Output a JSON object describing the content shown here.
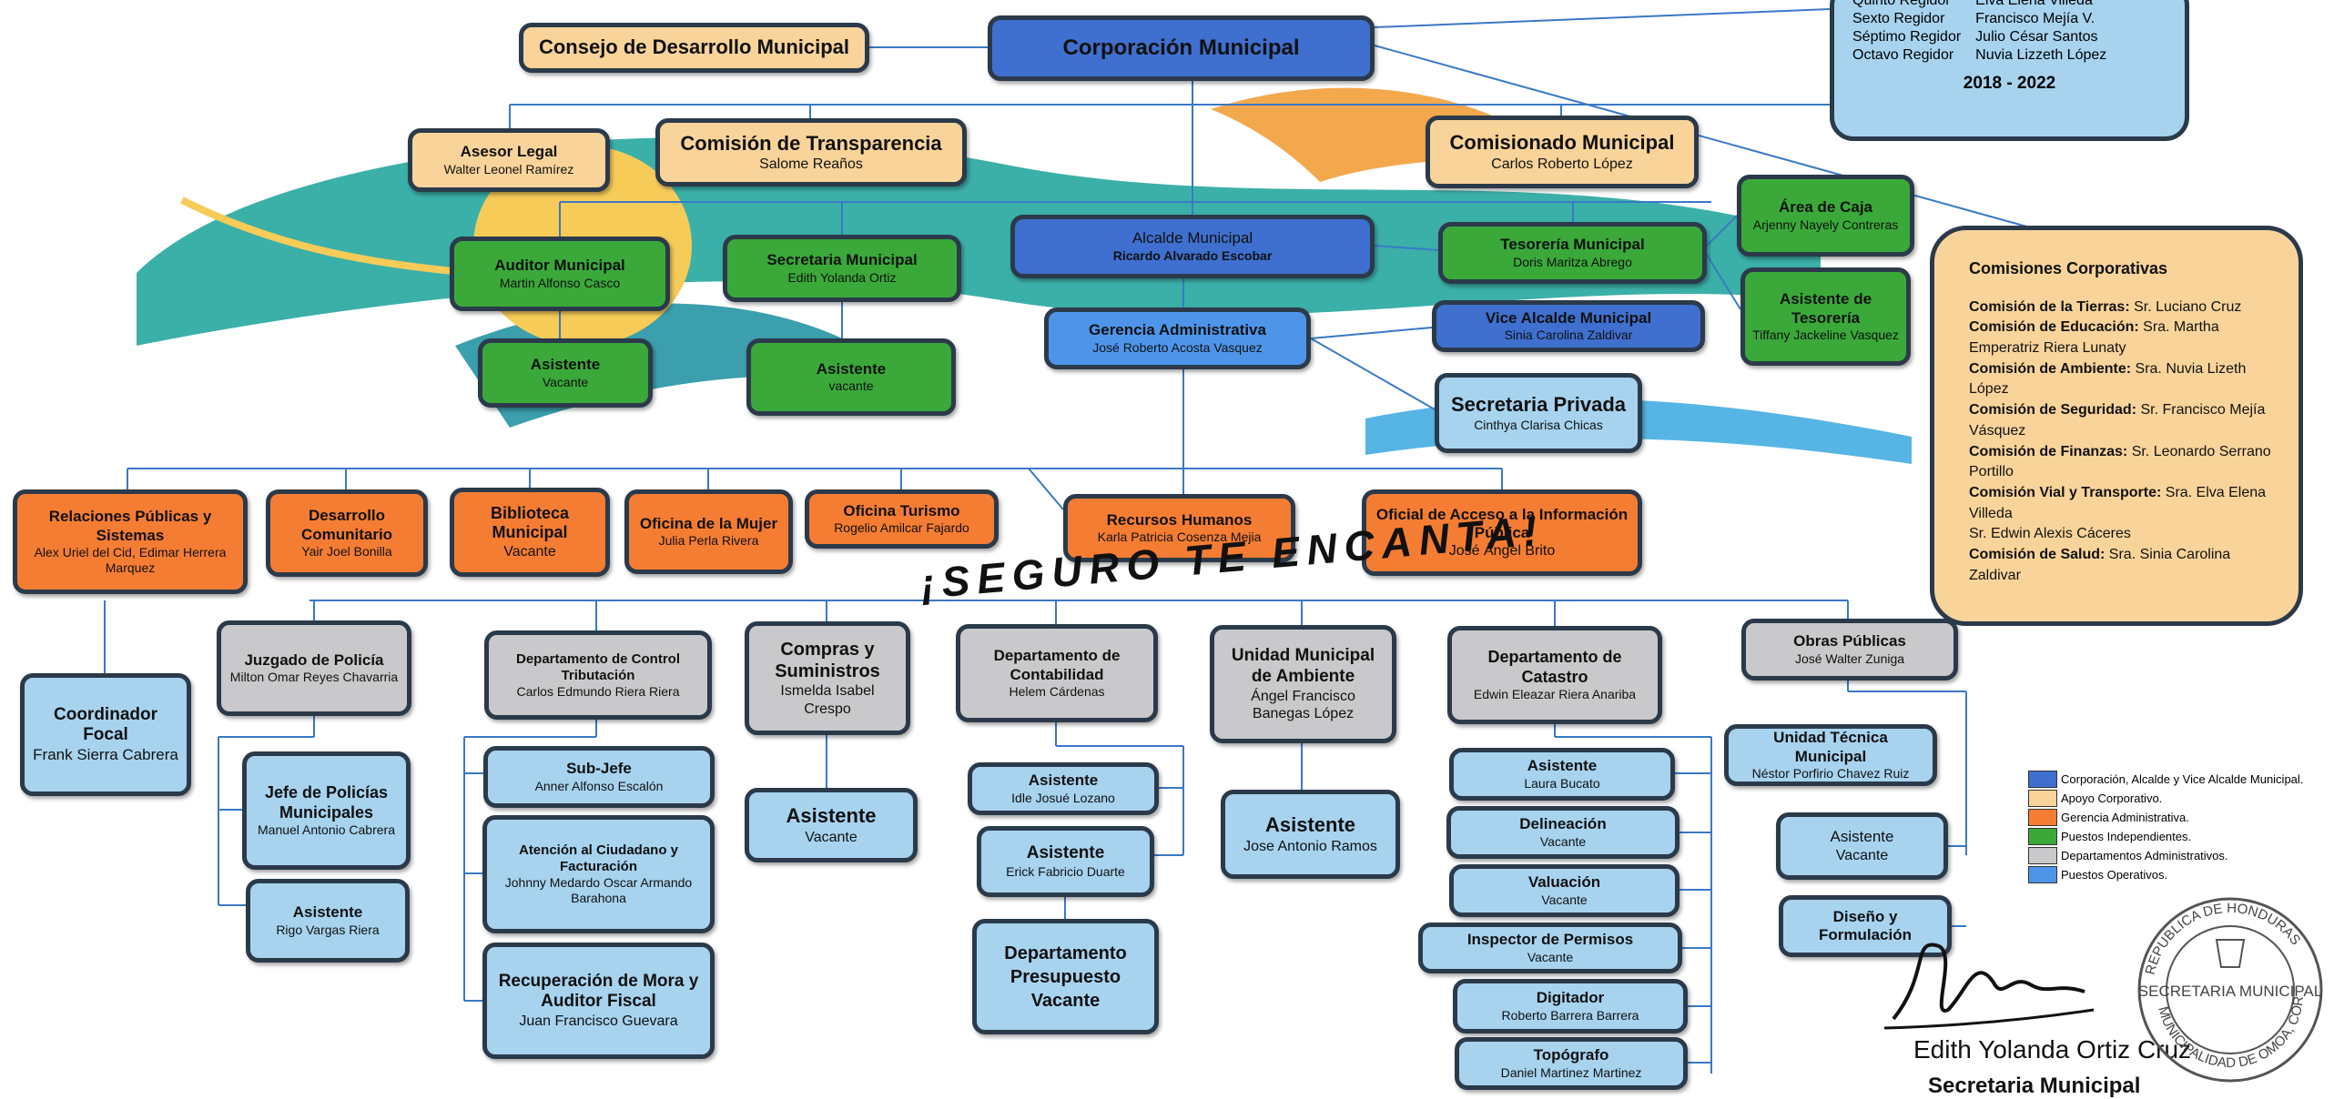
{
  "chart": {
    "corporacion": {
      "title": "Corporación Municipal"
    },
    "consejo": {
      "title": "Consejo de Desarrollo Municipal"
    },
    "asesor": {
      "title": "Asesor Legal",
      "name": "Walter Leonel Ramírez"
    },
    "transparencia": {
      "title": "Comisión de Transparencia",
      "name": "Salome Reaños"
    },
    "comisionado": {
      "title": "Comisionado Municipal",
      "name": "Carlos Roberto López"
    },
    "caja": {
      "title": "Área de Caja",
      "name": "Arjenny Nayely Contreras"
    },
    "asist_tesoreria": {
      "title": "Asistente de Tesorería",
      "name": "Tiffany Jackeline Vasquez"
    },
    "auditor": {
      "title": "Auditor Municipal",
      "name": "Martin Alfonso Casco"
    },
    "secretaria": {
      "title": "Secretaria Municipal",
      "name": "Edith Yolanda Ortiz"
    },
    "alcalde": {
      "title": "Alcalde Municipal",
      "name": "Ricardo Alvarado Escobar"
    },
    "tesoreria": {
      "title": "Tesorería Municipal",
      "name": "Doris Maritza Abrego"
    },
    "asist_auditor": {
      "title": "Asistente",
      "name": "Vacante"
    },
    "asist_secretaria": {
      "title": "Asistente",
      "name": "vacante"
    },
    "gerencia": {
      "title": "Gerencia Administrativa",
      "name": "José Roberto Acosta Vasquez"
    },
    "vicealcalde": {
      "title": "Vice Alcalde Municipal",
      "name": "Sinia Carolina Zaldivar"
    },
    "privada": {
      "title": "Secretaria Privada",
      "name": "Cinthya Clarisa Chicas"
    },
    "relaciones": {
      "title": "Relaciones Públicas y Sistemas",
      "name": "Alex Uriel del Cid, Edimar Herrera Marquez"
    },
    "desarrollo": {
      "title": "Desarrollo Comunitario",
      "name": "Yair Joel Bonilla"
    },
    "biblioteca": {
      "title": "Biblioteca Municipal",
      "name": "Vacante"
    },
    "mujer": {
      "title": "Oficina de la Mujer",
      "name": "Julia Perla Rivera"
    },
    "turismo": {
      "title": "Oficina Turismo",
      "name": "Rogelio Amilcar Fajardo"
    },
    "rrhh": {
      "title": "Recursos Humanos",
      "name": "Karla Patricia Cosenza Mejia"
    },
    "acceso": {
      "title": "Oficial de Acceso a la Información Pública",
      "name": "José Ángel Brito"
    },
    "slogan": "¡SEGURO TE ENCANTA!",
    "coordinador": {
      "title": "Coordinador Focal",
      "name": "Frank Sierra Cabrera"
    },
    "juzgado": {
      "title": "Juzgado de Policía",
      "name": "Milton Omar Reyes Chavarria"
    },
    "control": {
      "title": "Departamento de Control Tributación",
      "name": "Carlos Edmundo Riera Riera"
    },
    "compras": {
      "title": "Compras y Suministros",
      "name": "Ismelda Isabel Crespo"
    },
    "contabilidad": {
      "title": "Departamento de Contabilidad",
      "name": "Helem Cárdenas"
    },
    "ambiente": {
      "title": "Unidad Municipal de Ambiente",
      "name": "Ángel Francisco Banegas López"
    },
    "catastro": {
      "title": "Departamento de Catastro",
      "name": "Edwin Eleazar Riera Anariba"
    },
    "obras": {
      "title": "Obras Públicas",
      "name": "José Walter Zuniga"
    },
    "jefe_policias": {
      "title": "Jefe de Policías Municipales",
      "name": "Manuel Antonio Cabrera"
    },
    "asist_juzgado": {
      "title": "Asistente",
      "name": "Rigo Vargas Riera"
    },
    "subjefe": {
      "title": "Sub-Jefe",
      "name": "Anner Alfonso Escalón"
    },
    "atencion": {
      "title": "Atención al Ciudadano y Facturación",
      "name": "Johnny Medardo Oscar Armando Barahona"
    },
    "mora": {
      "title": "Recuperación de Mora y Auditor Fiscal",
      "name": "Juan Francisco Guevara"
    },
    "asist_compras": {
      "title": "Asistente",
      "name": "Vacante"
    },
    "asist_cont1": {
      "title": "Asistente",
      "name": "Idle Josué Lozano"
    },
    "asist_cont2": {
      "title": "Asistente",
      "name": "Erick Fabricio Duarte"
    },
    "presupuesto": {
      "title": "Departamento Presupuesto Vacante"
    },
    "asist_ambiente": {
      "title": "Asistente",
      "name": "Jose Antonio Ramos"
    },
    "cat_asist": {
      "title": "Asistente",
      "name": "Laura Bucato"
    },
    "delineacion": {
      "title": "Delineación",
      "name": "Vacante"
    },
    "valuacion": {
      "title": "Valuación",
      "name": "Vacante"
    },
    "inspector": {
      "title": "Inspector de Permisos",
      "name": "Vacante"
    },
    "digitador": {
      "title": "Digitador",
      "name": "Roberto Barrera Barrera"
    },
    "topografo": {
      "title": "Topógrafo",
      "name": "Daniel Martinez Martinez"
    },
    "utm": {
      "title": "Unidad Técnica Municipal",
      "name": "Néstor Porfirio Chavez Ruiz"
    },
    "asist_obras": {
      "title": "Asistente",
      "name": "Vacante"
    },
    "diseno": {
      "title": "Diseño y Formulación"
    }
  },
  "regidores": {
    "rows": [
      {
        "role": "Quinto Regidor",
        "name": "Elva Elena Villeda"
      },
      {
        "role": "Sexto Regidor",
        "name": "Francisco Mejía V."
      },
      {
        "role": "Séptimo Regidor",
        "name": "Julio César Santos"
      },
      {
        "role": "Octavo Regidor",
        "name": "Nuvia Lizzeth López"
      }
    ],
    "period": "2018 - 2022"
  },
  "comisiones": {
    "title": "Comisiones Corporativas",
    "items": [
      {
        "label": "Comisión de la Tierras:",
        "value": "Sr. Luciano Cruz"
      },
      {
        "label": "Comisión de Educación:",
        "value": "Sra. Martha Emperatriz Riera Lunaty"
      },
      {
        "label": "Comisión de Ambiente:",
        "value": "Sra. Nuvia Lizeth López"
      },
      {
        "label": "Comisión de Seguridad:",
        "value": "Sr. Francisco Mejía Vásquez"
      },
      {
        "label": "Comisión de Finanzas:",
        "value": "Sr. Leonardo Serrano Portillo"
      },
      {
        "label": "Comisión Vial y Transporte:",
        "value": "Sra. Elva Elena Villeda"
      },
      {
        "label": "",
        "value": "Sr. Edwin Alexis Cáceres"
      },
      {
        "label": "Comisión de Salud:",
        "value": "Sra. Sinia Carolina Zaldivar"
      }
    ]
  },
  "legend": [
    {
      "color": "#3f6fcf",
      "label": "Corporación, Alcalde y Vice Alcalde Municipal."
    },
    {
      "color": "#f9d49a",
      "label": "Apoyo Corporativo."
    },
    {
      "color": "#f57d33",
      "label": "Gerencia Administrativa."
    },
    {
      "color": "#3aa93a",
      "label": "Puestos Independientes."
    },
    {
      "color": "#c9c9cc",
      "label": "Departamentos Administrativos."
    },
    {
      "color": "#4e95ea",
      "label": "Puestos Operativos."
    }
  ],
  "signature": {
    "name": "Edith Yolanda Ortiz Cruz",
    "role": "Secretaria Municipal"
  },
  "stamp": {
    "top": "REPUBLICA DE HONDURAS",
    "center": "SECRETARIA MUNICIPAL",
    "bottom": "MUNICIPALIDAD DE OMOA, CORTÉS"
  }
}
